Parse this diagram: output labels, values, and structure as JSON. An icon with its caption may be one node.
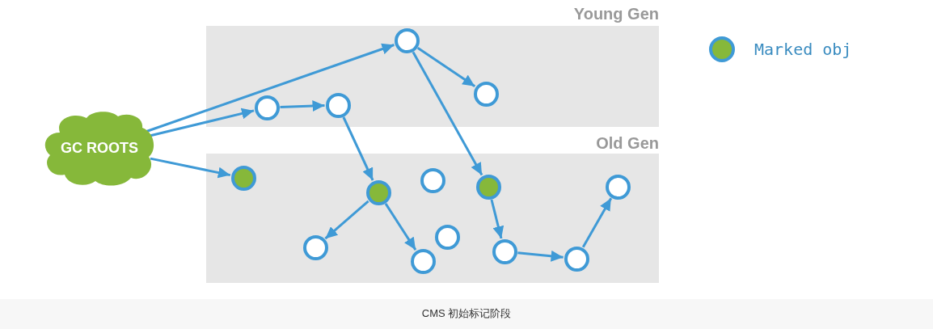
{
  "diagram": {
    "caption": "CMS 初始标记阶段",
    "nodes": [
      {
        "text": [
          "GC ROOTS"
        ]
      },
      {
        "text": [
          "Young Gen"
        ]
      },
      {
        "text": [],
        "shape": "circle",
        "in": 1
      },
      {
        "text": [],
        "shape": "circle",
        "in": 1
      },
      {
        "text": [],
        "shape": "circle",
        "in": 1
      },
      {
        "text": [],
        "shape": "circle",
        "in": 1
      },
      {
        "text": [
          "Old Gen"
        ]
      },
      {
        "text": [],
        "shape": "dot",
        "in": 6
      },
      {
        "text": [],
        "shape": "circle",
        "in": 6
      },
      {
        "text": [],
        "shape": "dot",
        "in": 6
      },
      {
        "text": [],
        "shape": "circle",
        "in": 6
      },
      {
        "text": [],
        "shape": "circle",
        "in": 6
      },
      {
        "text": [],
        "shape": "circle",
        "in": 6
      },
      {
        "text": [],
        "shape": "dot",
        "in": 6
      },
      {
        "text": [],
        "shape": "circle",
        "in": 6
      },
      {
        "text": [],
        "shape": "circle",
        "in": 6
      },
      {
        "text": [],
        "shape": "circle",
        "in": 6
      }
    ],
    "edges": [
      {
        "from": 0,
        "to": 4,
        "arrow": "to"
      },
      {
        "from": 0,
        "to": 2,
        "arrow": "to"
      },
      {
        "from": 0,
        "to": 7,
        "arrow": "to"
      },
      {
        "from": 2,
        "to": 3,
        "arrow": "to"
      },
      {
        "from": 3,
        "to": 9,
        "arrow": "to"
      },
      {
        "from": 4,
        "to": 5,
        "arrow": "to"
      },
      {
        "from": 4,
        "to": 13,
        "arrow": "to"
      },
      {
        "from": 9,
        "to": 8,
        "arrow": "to"
      },
      {
        "from": 9,
        "to": 10,
        "arrow": "to"
      },
      {
        "from": 13,
        "to": 14,
        "arrow": "to"
      },
      {
        "from": 14,
        "to": 15,
        "arrow": "to"
      },
      {
        "from": 15,
        "to": 16,
        "arrow": "to"
      }
    ],
    "legend": [
      {
        "text": "Marked obj",
        "color": "#86b83a"
      }
    ]
  }
}
